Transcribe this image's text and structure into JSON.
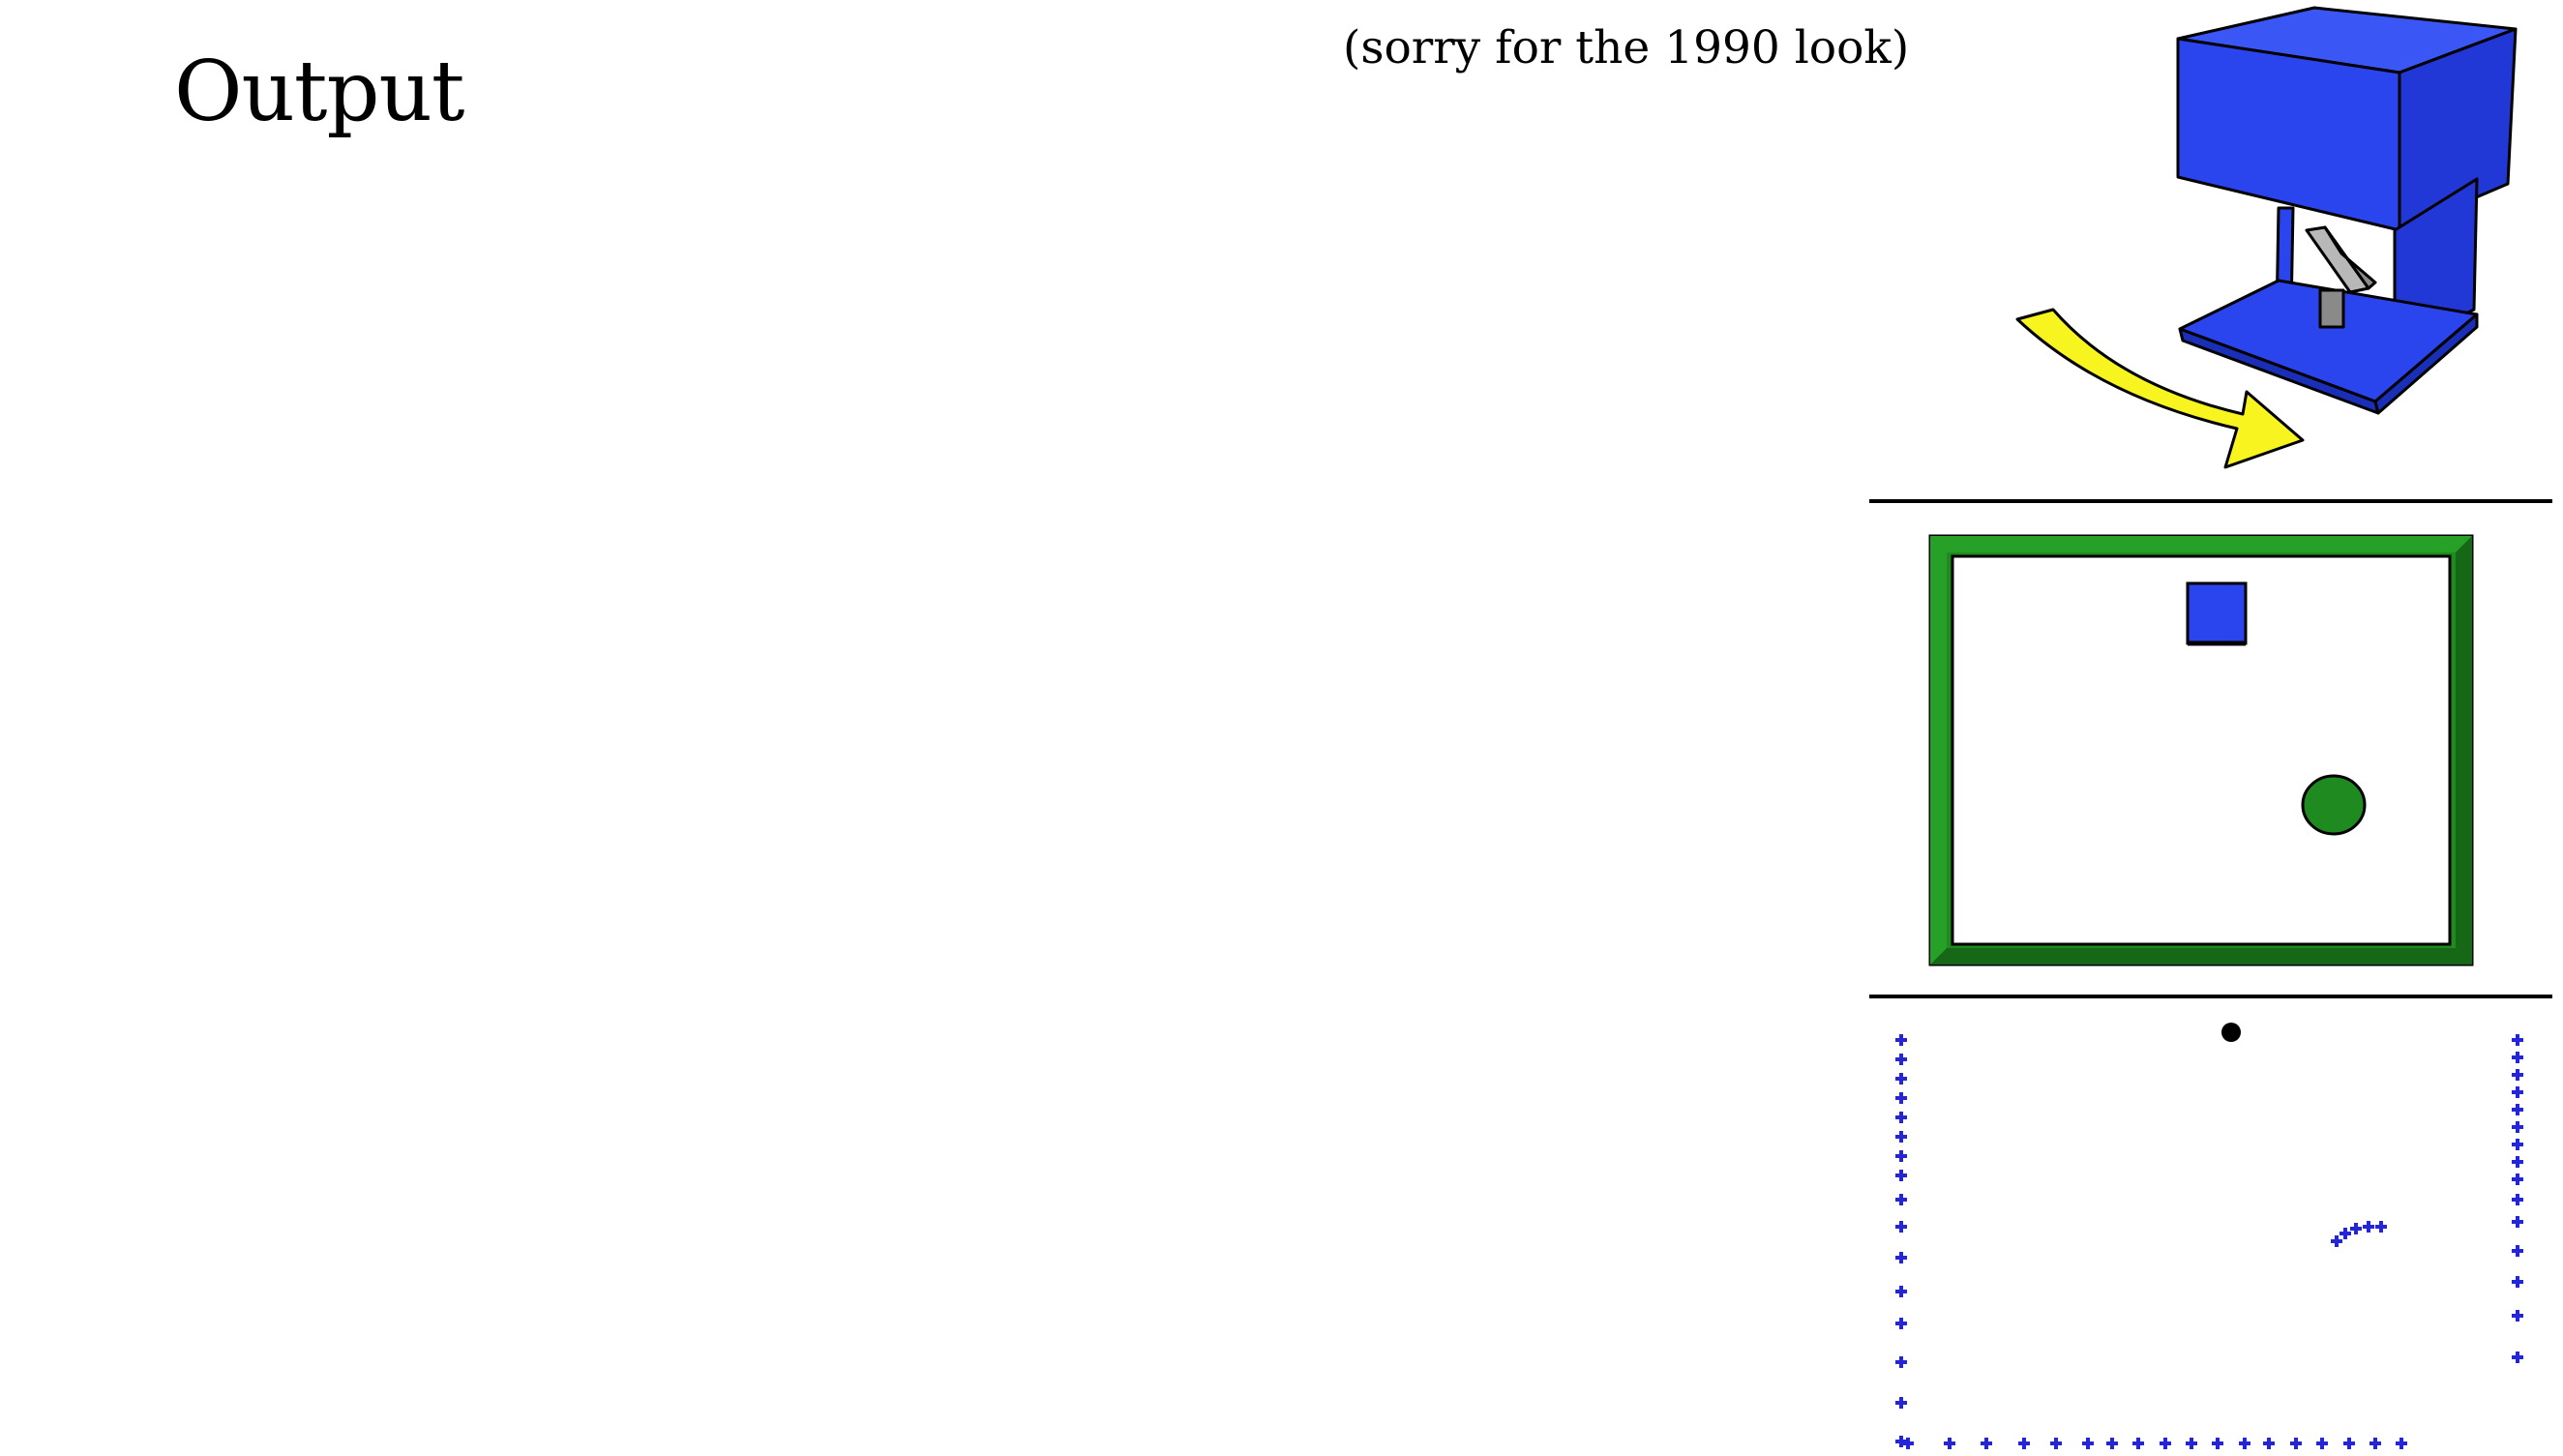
{
  "slide": {
    "title": "Output",
    "note": "(sorry for the 1990 look)"
  },
  "colors": {
    "sensor_housing": "#2a45ee",
    "arrow": "#f7f420",
    "room_wall": "#1f8a1f",
    "box_obstacle": "#2a45ee",
    "round_obstacle": "#1f8a1f",
    "scan_points": "#2424d9",
    "robot_marker": "#000000"
  },
  "icons": [
    "sensor-device-icon",
    "rotation-arrow-icon"
  ],
  "scene": {
    "obstacles": [
      "box",
      "cylinder"
    ],
    "scan_point_count": 60
  }
}
